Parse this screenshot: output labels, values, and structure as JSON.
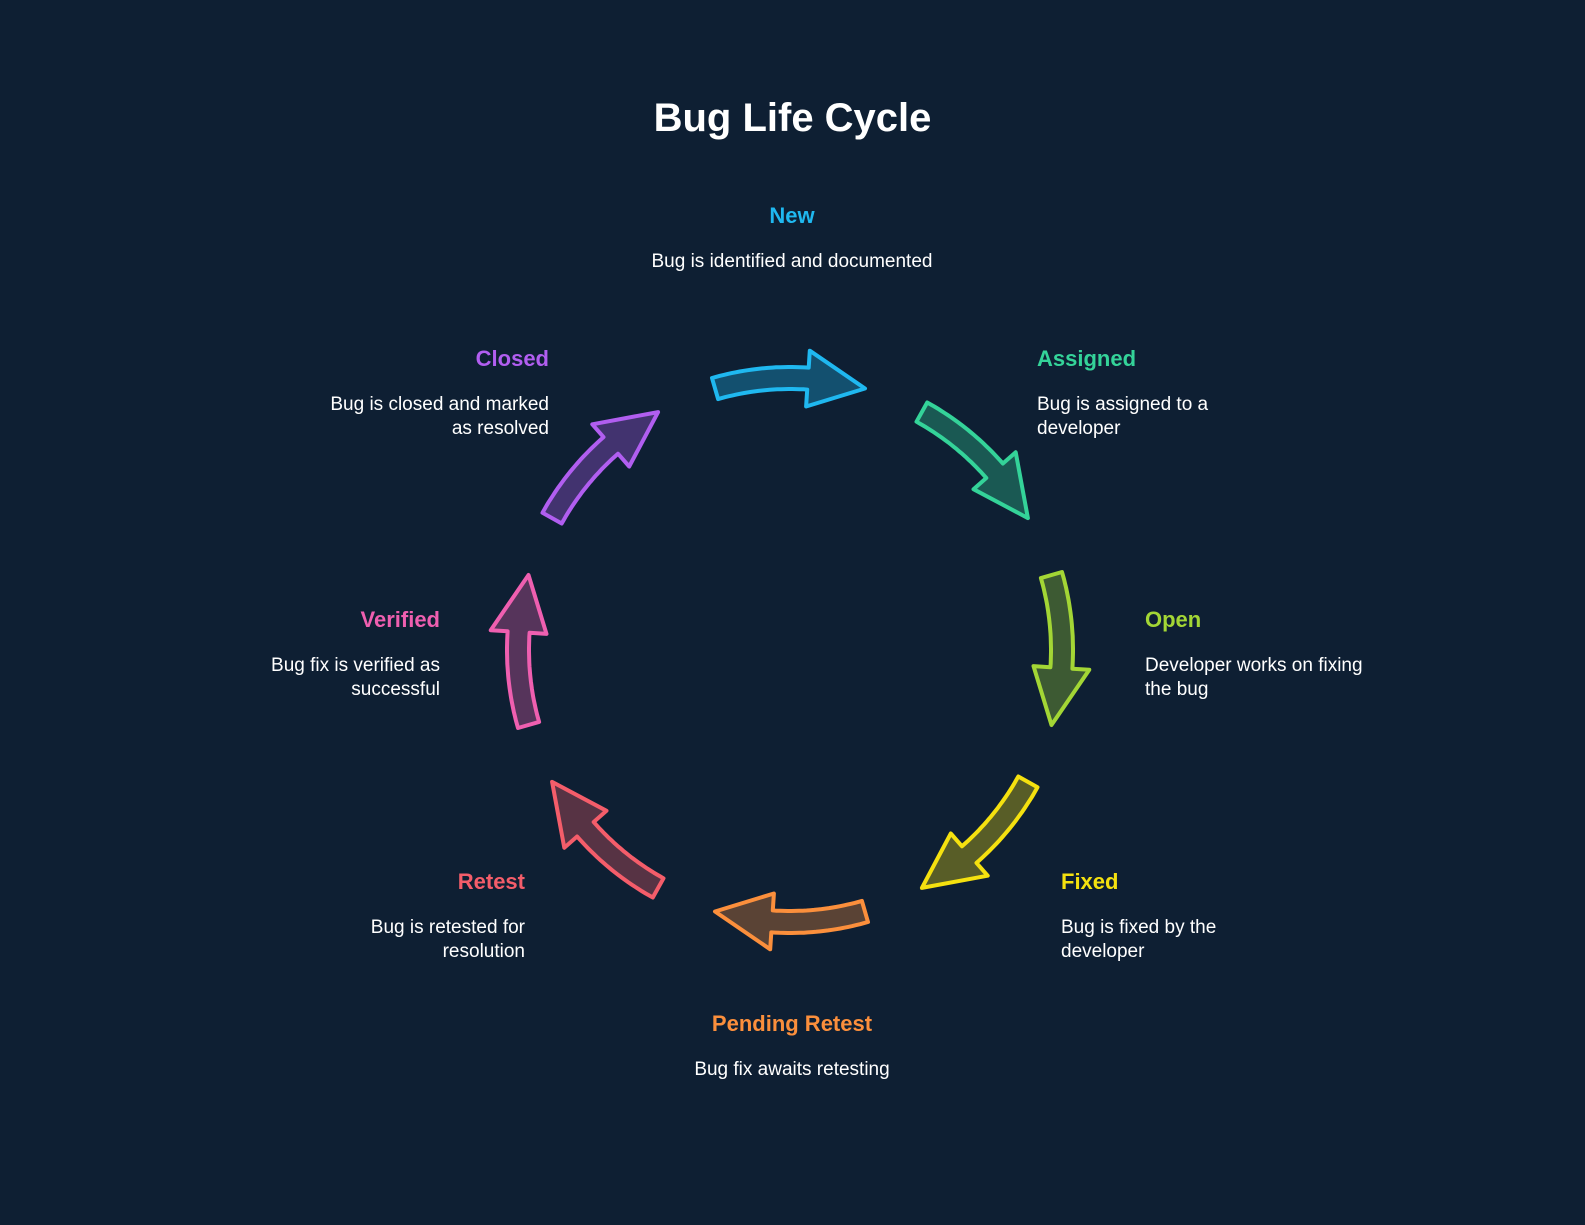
{
  "title": "Bug Life Cycle",
  "stages": [
    {
      "key": "new",
      "label": "New",
      "description": "Bug is identified and documented",
      "color": "#1fb8f0"
    },
    {
      "key": "assigned",
      "label": "Assigned",
      "description": "Bug is assigned to a developer",
      "color": "#34d399"
    },
    {
      "key": "open",
      "label": "Open",
      "description": "Developer works on fixing the bug",
      "color": "#a3d635"
    },
    {
      "key": "fixed",
      "label": "Fixed",
      "description": "Bug is fixed by the developer",
      "color": "#f5e10f"
    },
    {
      "key": "pending_retest",
      "label": "Pending Retest",
      "description": "Bug fix awaits retesting",
      "color": "#fb8f3c"
    },
    {
      "key": "retest",
      "label": "Retest",
      "description": "Bug is retested for resolution",
      "color": "#f45d6a"
    },
    {
      "key": "verified",
      "label": "Verified",
      "description": "Bug fix is verified as successful",
      "color": "#ef5fb0"
    },
    {
      "key": "closed",
      "label": "Closed",
      "description": "Bug is closed and marked as resolved",
      "color": "#b15ef0"
    }
  ],
  "background_color": "#0e1f33"
}
